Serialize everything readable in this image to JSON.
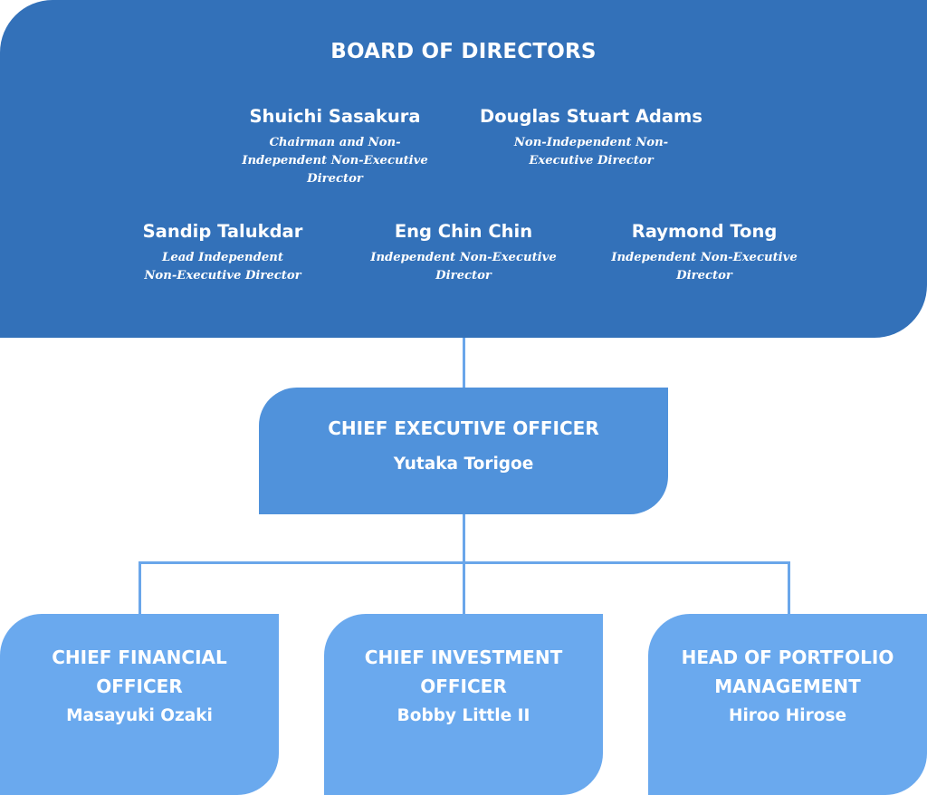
{
  "board": {
    "title": "BOARD OF DIRECTORS",
    "members": [
      {
        "name": "Shuichi Sasakura",
        "role_lines": [
          "Chairman and Non-",
          "Independent Non-Executive",
          "Director"
        ]
      },
      {
        "name": "Douglas Stuart Adams",
        "role_lines": [
          "Non-Independent Non-",
          "Executive Director"
        ]
      },
      {
        "name": "Sandip Talukdar",
        "role_lines": [
          "Lead Independent",
          "Non-Executive Director"
        ]
      },
      {
        "name": "Eng Chin Chin",
        "role_lines": [
          "Independent Non-Executive",
          "Director"
        ]
      },
      {
        "name": "Raymond Tong",
        "role_lines": [
          "Independent Non-Executive",
          "Director"
        ]
      }
    ]
  },
  "ceo": {
    "title": "CHIEF EXECUTIVE OFFICER",
    "name": "Yutaka Torigoe"
  },
  "reports": [
    {
      "title_lines": [
        "CHIEF FINANCIAL",
        "OFFICER"
      ],
      "name": "Masayuki Ozaki"
    },
    {
      "title_lines": [
        "CHIEF INVESTMENT",
        "OFFICER"
      ],
      "name": "Bobby Little II"
    },
    {
      "title_lines": [
        "HEAD OF PORTFOLIO",
        "MANAGEMENT"
      ],
      "name": "Hiroo Hirose"
    }
  ],
  "colors": {
    "board": "#3371b9",
    "ceo": "#5092db",
    "reports": "#6aa9ee",
    "connector": "#6aa6ea"
  }
}
